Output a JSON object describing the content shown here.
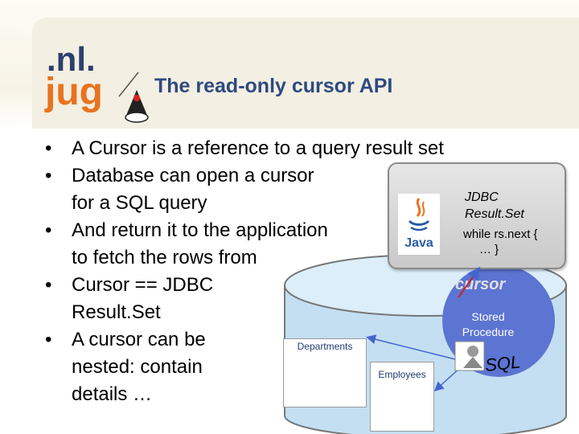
{
  "logo": {
    "line1": ".nl.",
    "line2": "jug",
    "mascot": "duke-mascot-icon"
  },
  "title": "The read-only cursor API",
  "bullets": [
    {
      "text": "A Cursor is a  reference to a query result set"
    },
    {
      "text": "Database can open a cursor"
    },
    {
      "text": "for a SQL query",
      "continuation": true
    },
    {
      "text": "And return it to the application"
    },
    {
      "text": "to fetch the rows from",
      "continuation": true
    },
    {
      "text": "Cursor == JDBC"
    },
    {
      "text": "Result.Set",
      "continuation": true
    },
    {
      "text": "A cursor can be"
    },
    {
      "text": "nested: contain",
      "continuation": true
    },
    {
      "text": "details …",
      "continuation": true
    }
  ],
  "bullet_symbol": "•",
  "diagram": {
    "jdbc_lines": [
      "JDBC",
      "Result.Set"
    ],
    "loop_lines": [
      "while rs.next {",
      "… }"
    ],
    "java_label": "Java",
    "cursor_label": "cursor",
    "stored_lines": [
      "Stored",
      "Procedure"
    ],
    "sql_label": "SQL",
    "departments_label": "Departments",
    "employees_label": "Employees"
  },
  "colors": {
    "title": "#2e4a82",
    "logo_text": "#2e3f6e",
    "logo_accent": "#e8731f",
    "db_fill": "#c4dff2",
    "db_top": "#dbeefa",
    "stored_fill": "#5c74d2",
    "arrow": "#4466cc"
  }
}
